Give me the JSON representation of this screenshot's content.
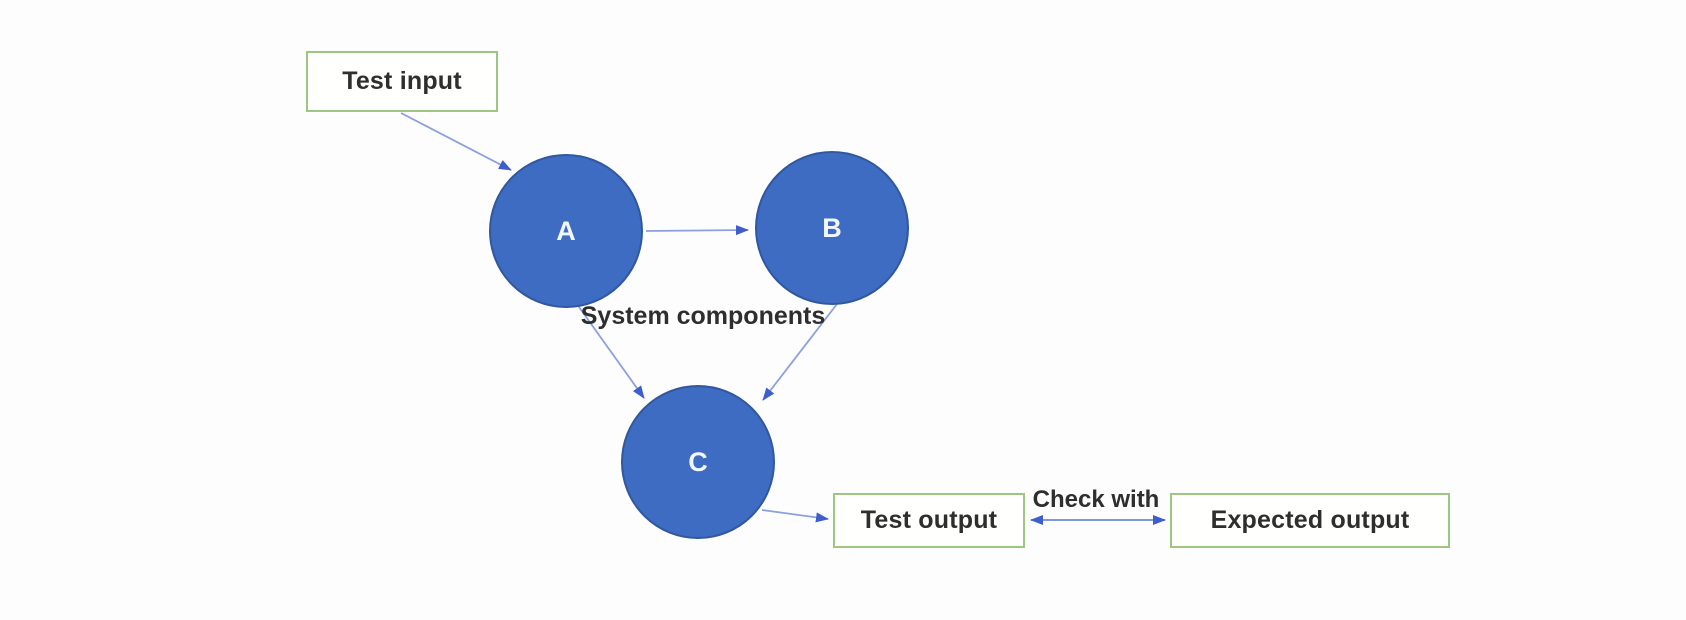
{
  "diagram": {
    "title_hint": "System testing flow diagram",
    "nodes": {
      "test_input": {
        "label": "Test input",
        "shape": "rectangle",
        "border_color": "#9cc783"
      },
      "component_a": {
        "label": "A",
        "shape": "circle",
        "fill": "#3e6cc2"
      },
      "component_b": {
        "label": "B",
        "shape": "circle",
        "fill": "#3e6cc2"
      },
      "component_c": {
        "label": "C",
        "shape": "circle",
        "fill": "#3e6cc2"
      },
      "test_output": {
        "label": "Test output",
        "shape": "rectangle",
        "border_color": "#9cc783"
      },
      "expected_output": {
        "label": "Expected output",
        "shape": "rectangle",
        "border_color": "#9cc783"
      }
    },
    "annotations": {
      "system_components": "System components",
      "check_with": "Check with"
    },
    "edges": [
      {
        "from": "test_input",
        "to": "component_a",
        "directed": "one-way"
      },
      {
        "from": "component_a",
        "to": "component_b",
        "directed": "one-way"
      },
      {
        "from": "component_a",
        "to": "component_c",
        "directed": "one-way"
      },
      {
        "from": "component_b",
        "to": "component_c",
        "directed": "one-way"
      },
      {
        "from": "component_c",
        "to": "test_output",
        "directed": "one-way"
      },
      {
        "from": "test_output",
        "to": "expected_output",
        "directed": "two-way",
        "label": "Check with"
      }
    ],
    "colors": {
      "node_fill": "#3e6cc2",
      "node_text": "#f2f6ff",
      "box_border": "#9cc783",
      "box_fill": "#fffffe",
      "arrow_line": "#8ba0dc",
      "arrow_head": "#3e5ecb",
      "label_text": "#2e2e2e",
      "background": "#fdfdfd"
    }
  }
}
